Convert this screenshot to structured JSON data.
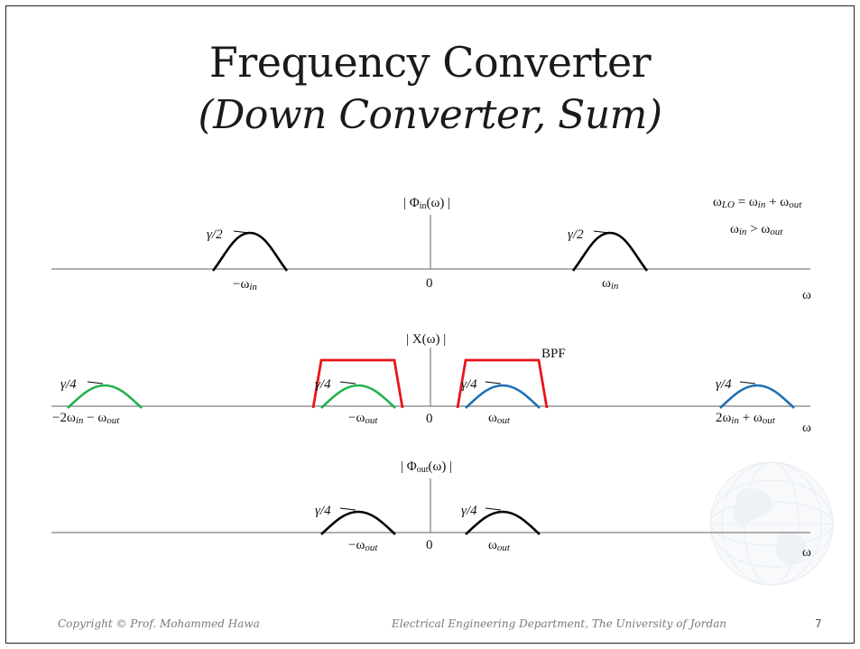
{
  "slide": {
    "title_line1": "Frequency Converter",
    "title_line2": "(Down Converter, Sum)",
    "footer_left": "Copyright © Prof. Mohammed Hawa",
    "footer_right": "Electrical Engineering Department, The University of Jordan",
    "page_number": "7"
  },
  "colors": {
    "axis": "#7f7f7f",
    "pulse_original": "#000000",
    "pulse_negative": "#22b14c",
    "pulse_positive": "#1f6fb5",
    "bpf": "#e8141a"
  },
  "equations": {
    "lo_relation": {
      "lhs": "ω",
      "lhs_sub": "LO",
      "eq": " = ω",
      "a_sub": "in",
      "plus": " + ω",
      "b_sub": "out"
    },
    "condition": {
      "a": "ω",
      "a_sub": "in",
      "gt": " > ω",
      "b_sub": "out"
    }
  },
  "plots": {
    "input": {
      "label_pre": "| Φ",
      "label_sub": "in",
      "label_post": "(ω) |",
      "zero": "0",
      "axis_var": "ω",
      "amp_neg": "γ/2",
      "amp_pos": "γ/2",
      "tick_neg": {
        "main": "−ω",
        "sub": "in"
      },
      "tick_pos": {
        "main": "ω",
        "sub": "in"
      }
    },
    "mixed": {
      "label": "| X(ω) |",
      "zero": "0",
      "axis_var": "ω",
      "bpf_label": "BPF",
      "amp_1": "γ/4",
      "amp_2": "γ/4",
      "amp_3": "γ/4",
      "amp_4": "γ/4",
      "tick_1": {
        "a": "−2ω",
        "a_sub": "in",
        "b": " − ω",
        "b_sub": "out"
      },
      "tick_2": {
        "main": "−ω",
        "sub": "out"
      },
      "tick_3": {
        "main": "ω",
        "sub": "out"
      },
      "tick_4": {
        "a": "2ω",
        "a_sub": "in",
        "b": " + ω",
        "b_sub": "out"
      }
    },
    "output": {
      "label_pre": "| Φ",
      "label_sub": "out",
      "label_post": "(ω) |",
      "zero": "0",
      "axis_var": "ω",
      "amp_neg": "γ/4",
      "amp_pos": "γ/4",
      "tick_neg": {
        "main": "−ω",
        "sub": "out"
      },
      "tick_pos": {
        "main": "ω",
        "sub": "out"
      }
    }
  }
}
